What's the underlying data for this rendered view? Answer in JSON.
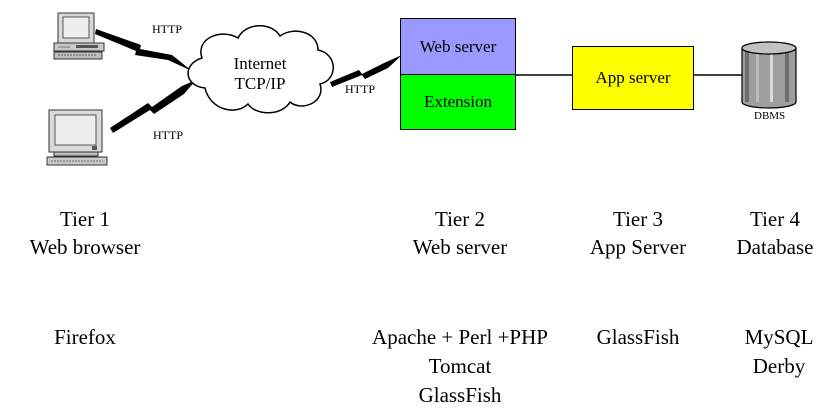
{
  "diagram": {
    "protocol_labels": [
      "HTTP",
      "HTTP",
      "HTTP"
    ],
    "cloud": {
      "line1": "Internet",
      "line2": "TCP/IP"
    },
    "web_server_box": "Web server",
    "extension_box": "Extension",
    "app_server_box": "App server",
    "db_label": "DBMS",
    "colors": {
      "web_server": "#9999ff",
      "extension": "#00ff00",
      "app_server": "#ffff00",
      "database": "#a0a0a0"
    }
  },
  "tiers": [
    {
      "name": "Tier 1",
      "role": "Web browser",
      "products": [
        "Firefox"
      ]
    },
    {
      "name": "Tier 2",
      "role": "Web server",
      "products": [
        "Apache + Perl +PHP",
        "Tomcat",
        "GlassFish"
      ]
    },
    {
      "name": "Tier 3",
      "role": "App Server",
      "products": [
        "GlassFish"
      ]
    },
    {
      "name": "Tier 4",
      "role": "Database",
      "products": [
        "MySQL",
        "Derby"
      ]
    }
  ]
}
